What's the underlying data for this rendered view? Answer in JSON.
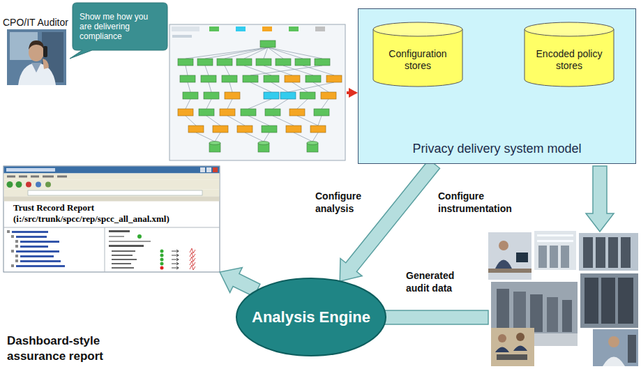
{
  "diagram": {
    "nodes": [
      {
        "text": [
          "Show me how you are delivering compliance"
        ]
      },
      {
        "text": [
          "Privacy delivery system model"
        ]
      },
      {
        "text": [
          "Configuration stores"
        ],
        "in": 1
      },
      {
        "text": [
          "Encoded policy stores"
        ],
        "in": 1
      },
      {
        "text": [
          "Trust Record Report (i:/src/trunk/spcc/rep/spcc_all_anal.xml)"
        ]
      },
      {
        "text": [
          "Analysis Engine"
        ]
      }
    ],
    "edges": [
      {
        "from": 1,
        "to": 5,
        "arrow": "to",
        "label": "Configure analysis"
      },
      {
        "from": 5,
        "to": 4,
        "arrow": "to"
      }
    ],
    "labels": [
      "CPO/IT Auditor",
      "Configure instrumentation",
      "Generated audit data",
      "Dashboard-style assurance report"
    ]
  }
}
